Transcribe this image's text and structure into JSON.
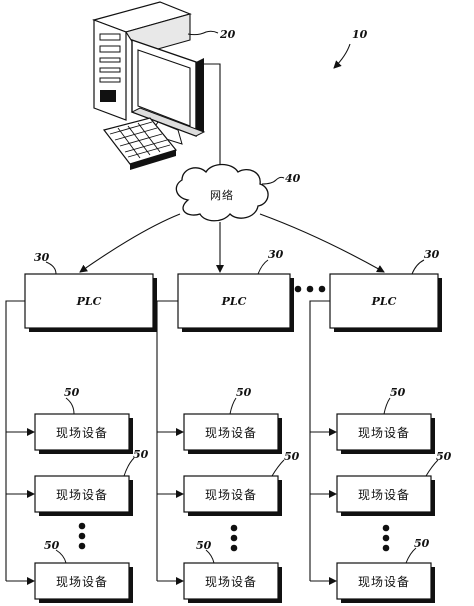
{
  "system_ref": "10",
  "computer": {
    "ref": "20"
  },
  "network": {
    "ref": "40",
    "label": "网络"
  },
  "plc_columns": [
    {
      "ref": "30",
      "label": "PLC",
      "devices": [
        {
          "ref": "50",
          "label": "现场设备"
        },
        {
          "ref": "50",
          "label": "现场设备"
        },
        {
          "ref": "50",
          "label": "现场设备"
        }
      ]
    },
    {
      "ref": "30",
      "label": "PLC",
      "devices": [
        {
          "ref": "50",
          "label": "现场设备"
        },
        {
          "ref": "50",
          "label": "现场设备"
        },
        {
          "ref": "50",
          "label": "现场设备"
        }
      ]
    },
    {
      "ref": "30",
      "label": "PLC",
      "devices": [
        {
          "ref": "50",
          "label": "现场设备"
        },
        {
          "ref": "50",
          "label": "现场设备"
        },
        {
          "ref": "50",
          "label": "现场设备"
        }
      ]
    }
  ]
}
